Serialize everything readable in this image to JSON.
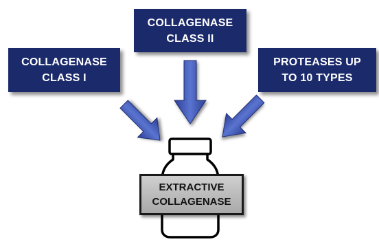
{
  "sources": [
    {
      "line1": "COLLAGENASE",
      "line2": "CLASS I"
    },
    {
      "line1": "COLLAGENASE",
      "line2": "CLASS II"
    },
    {
      "line1": "PROTEASES UP",
      "line2": "TO 10 TYPES"
    }
  ],
  "result": {
    "line1": "EXTRACTIVE",
    "line2": "COLLAGENASE"
  },
  "colors": {
    "box_fill": "#1b2a6b",
    "arrow_fill": "#3f57b8",
    "result_fill": "#b8b8b8"
  }
}
